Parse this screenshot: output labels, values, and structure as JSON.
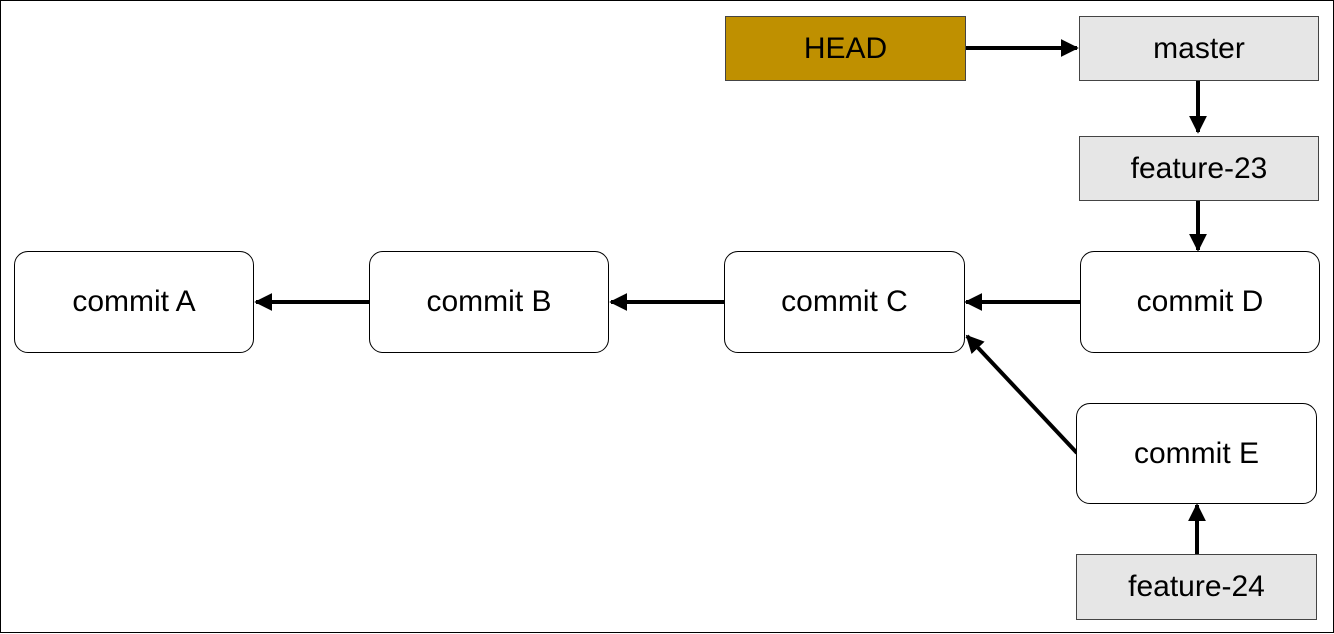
{
  "diagram": {
    "refs": {
      "head": "HEAD",
      "master": "master",
      "feature23": "feature-23",
      "feature24": "feature-24"
    },
    "commits": {
      "a": "commit A",
      "b": "commit B",
      "c": "commit C",
      "d": "commit D",
      "e": "commit E"
    },
    "edges": [
      {
        "from": "head",
        "to": "master"
      },
      {
        "from": "master",
        "to": "feature23"
      },
      {
        "from": "feature23",
        "to": "commit-d"
      },
      {
        "from": "commit-d",
        "to": "commit-c"
      },
      {
        "from": "commit-c",
        "to": "commit-b"
      },
      {
        "from": "commit-b",
        "to": "commit-a"
      },
      {
        "from": "commit-e",
        "to": "commit-c"
      },
      {
        "from": "feature24",
        "to": "commit-e"
      }
    ],
    "colors": {
      "head_fill": "#bf9000",
      "ref_fill": "#e6e6e6",
      "commit_fill": "#ffffff",
      "line": "#000000"
    }
  }
}
